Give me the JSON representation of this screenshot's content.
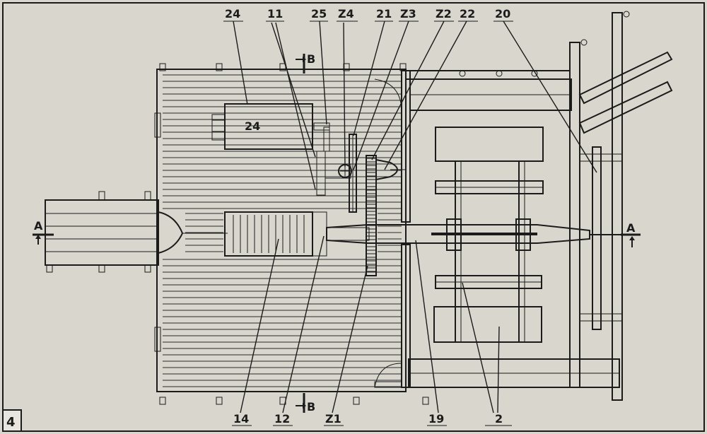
{
  "figure_number": "4",
  "part_labels": {
    "p24": "24",
    "p11": "11",
    "p25": "25",
    "pZ4": "Z4",
    "p21": "21",
    "pZ3": "Z3",
    "pZ2": "Z2",
    "p22": "22",
    "p20": "20",
    "p14": "14",
    "p12": "12",
    "pZ1": "Z1",
    "p19": "19",
    "p2": "2"
  },
  "section_marks": {
    "a_left": "A",
    "a_right": "A",
    "b_top": "B",
    "b_bottom": "B"
  },
  "colors": {
    "paper": "#d9d6cd",
    "ink": "#1b1b1b",
    "panel": "#e8e6df"
  }
}
